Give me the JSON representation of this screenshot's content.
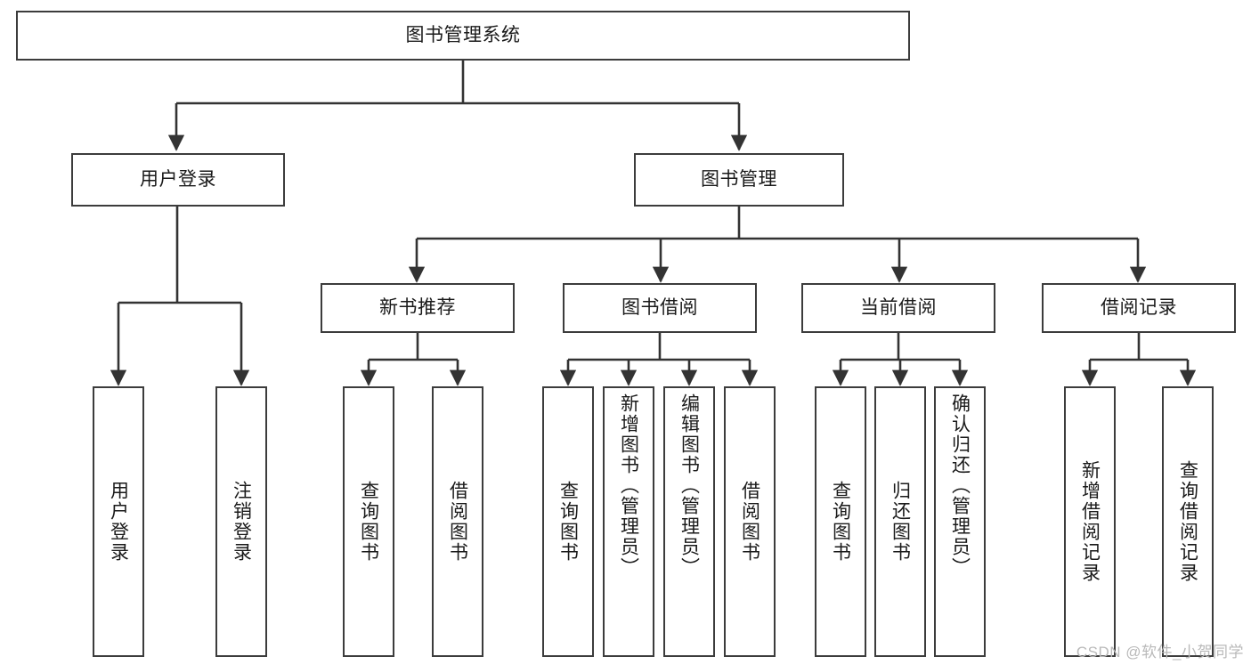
{
  "diagram": {
    "title": "图书管理系统",
    "type": "tree",
    "watermark": "CSDN @软件_小贺同学",
    "colors": {
      "box_border": "#3c3c3c",
      "box_fill": "#ffffff",
      "edge": "#333333",
      "text": "#1a1a1a",
      "watermark": "#b9b9b9",
      "background": "#ffffff"
    },
    "nodes": {
      "root": {
        "label": "图书管理系统",
        "level": 1,
        "orientation": "horizontal"
      },
      "user_login": {
        "label": "用户登录",
        "level": 2,
        "orientation": "horizontal"
      },
      "book_manage": {
        "label": "图书管理",
        "level": 2,
        "orientation": "horizontal"
      },
      "new_book_recommend": {
        "label": "新书推荐",
        "level": 3,
        "orientation": "horizontal"
      },
      "book_borrow": {
        "label": "图书借阅",
        "level": 3,
        "orientation": "horizontal"
      },
      "current_borrow": {
        "label": "当前借阅",
        "level": 3,
        "orientation": "horizontal"
      },
      "borrow_record": {
        "label": "借阅记录",
        "level": 3,
        "orientation": "horizontal"
      },
      "leaf_user_login": {
        "label": "用户登录",
        "level": 4,
        "orientation": "vertical"
      },
      "leaf_logout": {
        "label": "注销登录",
        "level": 4,
        "orientation": "vertical"
      },
      "leaf_query_book_1": {
        "label": "查询图书",
        "level": 4,
        "orientation": "vertical"
      },
      "leaf_borrow_book_1": {
        "label": "借阅图书",
        "level": 4,
        "orientation": "vertical"
      },
      "leaf_query_book_2": {
        "label": "查询图书",
        "level": 4,
        "orientation": "vertical"
      },
      "leaf_add_book": {
        "label": "新增图书（管理员）",
        "level": 4,
        "orientation": "vertical"
      },
      "leaf_edit_book": {
        "label": "编辑图书（管理员）",
        "level": 4,
        "orientation": "vertical"
      },
      "leaf_borrow_book_2": {
        "label": "借阅图书",
        "level": 4,
        "orientation": "vertical"
      },
      "leaf_query_book_3": {
        "label": "查询图书",
        "level": 4,
        "orientation": "vertical"
      },
      "leaf_return_book": {
        "label": "归还图书",
        "level": 4,
        "orientation": "vertical"
      },
      "leaf_confirm_return": {
        "label": "确认归还（管理员）",
        "level": 4,
        "orientation": "vertical"
      },
      "leaf_add_record": {
        "label": "新增借阅记录",
        "level": 4,
        "orientation": "vertical"
      },
      "leaf_query_record": {
        "label": "查询借阅记录",
        "level": 4,
        "orientation": "vertical"
      }
    },
    "edges": [
      {
        "from": "root",
        "to": "user_login"
      },
      {
        "from": "root",
        "to": "book_manage"
      },
      {
        "from": "user_login",
        "to": "leaf_user_login"
      },
      {
        "from": "user_login",
        "to": "leaf_logout"
      },
      {
        "from": "book_manage",
        "to": "new_book_recommend"
      },
      {
        "from": "book_manage",
        "to": "book_borrow"
      },
      {
        "from": "book_manage",
        "to": "current_borrow"
      },
      {
        "from": "book_manage",
        "to": "borrow_record"
      },
      {
        "from": "new_book_recommend",
        "to": "leaf_query_book_1"
      },
      {
        "from": "new_book_recommend",
        "to": "leaf_borrow_book_1"
      },
      {
        "from": "book_borrow",
        "to": "leaf_query_book_2"
      },
      {
        "from": "book_borrow",
        "to": "leaf_add_book"
      },
      {
        "from": "book_borrow",
        "to": "leaf_edit_book"
      },
      {
        "from": "book_borrow",
        "to": "leaf_borrow_book_2"
      },
      {
        "from": "current_borrow",
        "to": "leaf_query_book_3"
      },
      {
        "from": "current_borrow",
        "to": "leaf_return_book"
      },
      {
        "from": "current_borrow",
        "to": "leaf_confirm_return"
      },
      {
        "from": "borrow_record",
        "to": "leaf_add_record"
      },
      {
        "from": "borrow_record",
        "to": "leaf_query_record"
      }
    ]
  }
}
